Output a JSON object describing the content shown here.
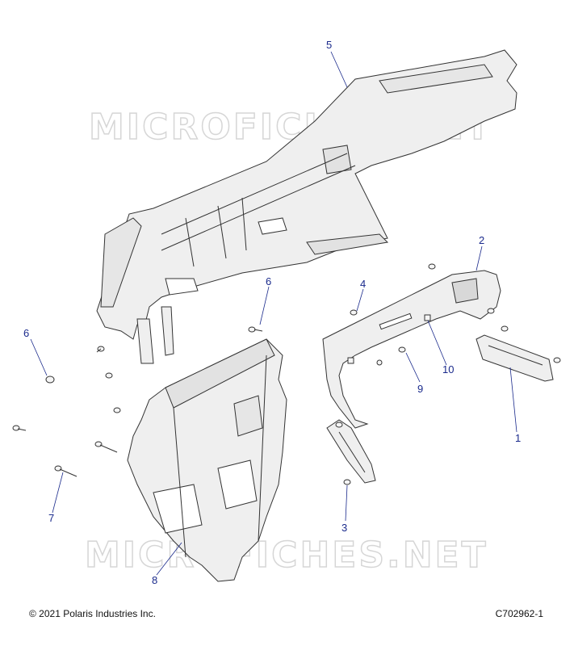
{
  "watermark": "MICROFICHES.NET",
  "copyright": "© 2021 Polaris Industries Inc.",
  "drawing_number": "C702962-1",
  "callouts": [
    {
      "id": "c1",
      "label": "1"
    },
    {
      "id": "c2",
      "label": "2"
    },
    {
      "id": "c3",
      "label": "3"
    },
    {
      "id": "c4",
      "label": "4"
    },
    {
      "id": "c5",
      "label": "5"
    },
    {
      "id": "c6a",
      "label": "6"
    },
    {
      "id": "c6b",
      "label": "6"
    },
    {
      "id": "c7",
      "label": "7"
    },
    {
      "id": "c8",
      "label": "8"
    },
    {
      "id": "c9",
      "label": "9"
    },
    {
      "id": "c10",
      "label": "10"
    }
  ],
  "colors": {
    "callout": "#1a2a8c",
    "part_fill": "#efefef",
    "part_stroke": "#333333",
    "watermark": "#d6d6d6"
  }
}
